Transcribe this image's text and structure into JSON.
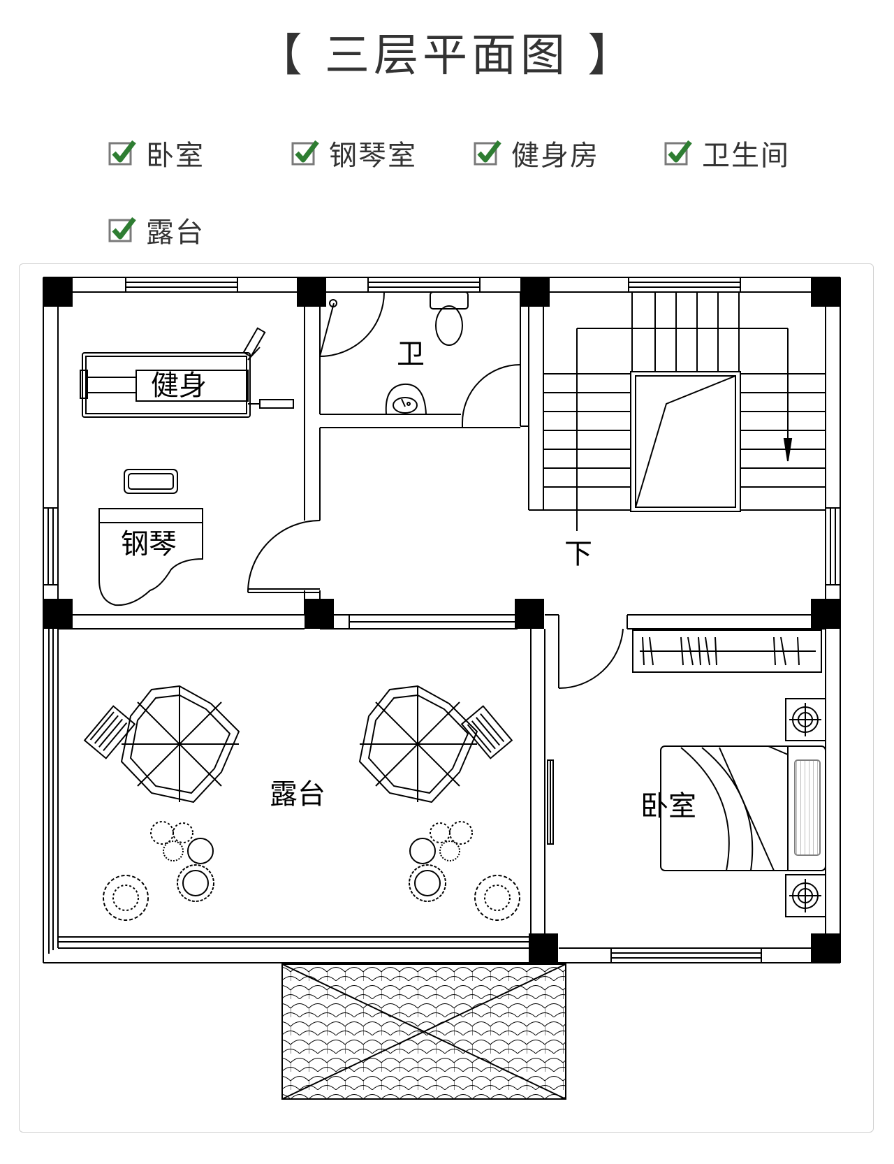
{
  "title": "【 三层平面图 】",
  "legend": [
    {
      "label": "卧室",
      "icon": "checkmark-icon"
    },
    {
      "label": "钢琴室",
      "icon": "checkmark-icon"
    },
    {
      "label": "健身房",
      "icon": "checkmark-icon"
    },
    {
      "label": "卫生间",
      "icon": "checkmark-icon"
    },
    {
      "label": "露台",
      "icon": "checkmark-icon"
    }
  ],
  "plan": {
    "rooms": {
      "gym": "健身",
      "piano": "钢琴",
      "bath": "卫",
      "stairs_down": "下",
      "terrace": "露台",
      "bedroom": "卧室"
    }
  },
  "colors": {
    "check_green": "#2e7d32",
    "check_box": "#7a7a7a",
    "line": "#000000"
  }
}
